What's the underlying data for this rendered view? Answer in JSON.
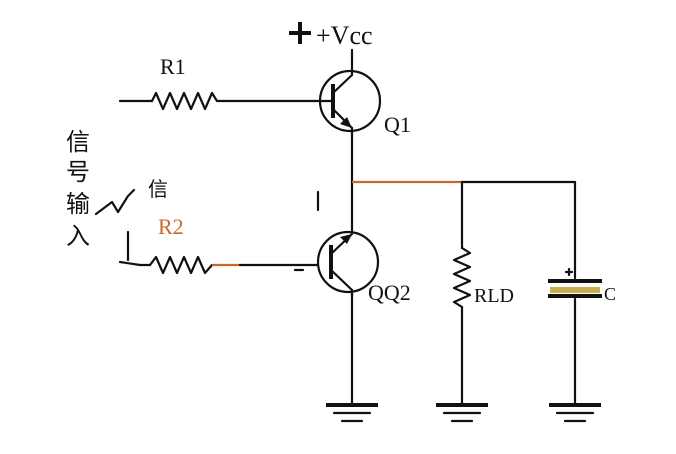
{
  "labels": {
    "vcc": "+Vcc",
    "r1": "R1",
    "q1": "Q1",
    "r2": "R2",
    "q2": "QQ2",
    "rld": "RLD",
    "cap": "C",
    "signal_in_1": "信",
    "signal_in_2": "号",
    "signal_in_3": "输",
    "signal_in_4": "入",
    "signal_small": "信"
  },
  "colors": {
    "wire": "#111111",
    "accent": "#c9672b"
  }
}
